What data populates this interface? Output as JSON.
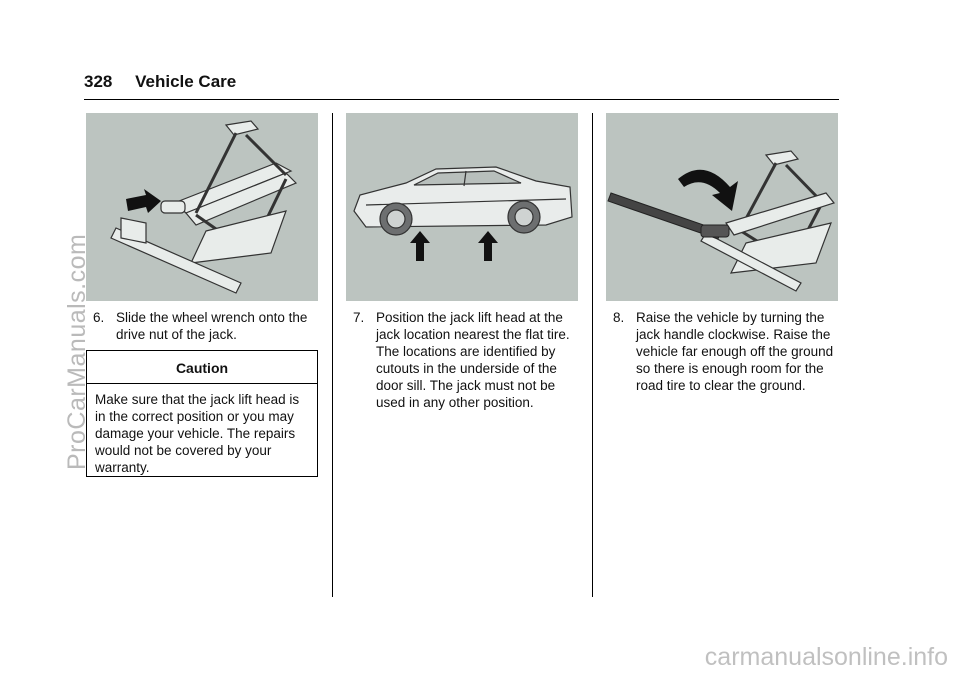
{
  "header": {
    "page_number": "328",
    "section_title": "Vehicle Care"
  },
  "columns": [
    {
      "figure_icon": "jack-wrench-illustration",
      "step_number": "6.",
      "step_text": "Slide the wheel wrench onto the drive nut of the jack.",
      "caution": {
        "title": "Caution",
        "text": "Make sure that the jack lift head is in the correct position or you may damage your vehicle. The repairs would not be covered by your warranty."
      }
    },
    {
      "figure_icon": "car-jack-points-illustration",
      "step_number": "7.",
      "step_text": "Position the jack lift head at the jack location nearest the flat tire. The locations are identified by cutouts in the underside of the door sill. The jack must not be used in any other position."
    },
    {
      "figure_icon": "jack-crank-illustration",
      "step_number": "8.",
      "step_text": "Raise the vehicle by turning the jack handle clockwise. Raise the vehicle far enough off the ground so there is enough room for the road tire to clear the ground."
    }
  ],
  "watermarks": {
    "side": "ProCarManuals.com",
    "bottom": "carmanualsonline.info"
  },
  "colors": {
    "figure_background": "#bcc4c0"
  }
}
